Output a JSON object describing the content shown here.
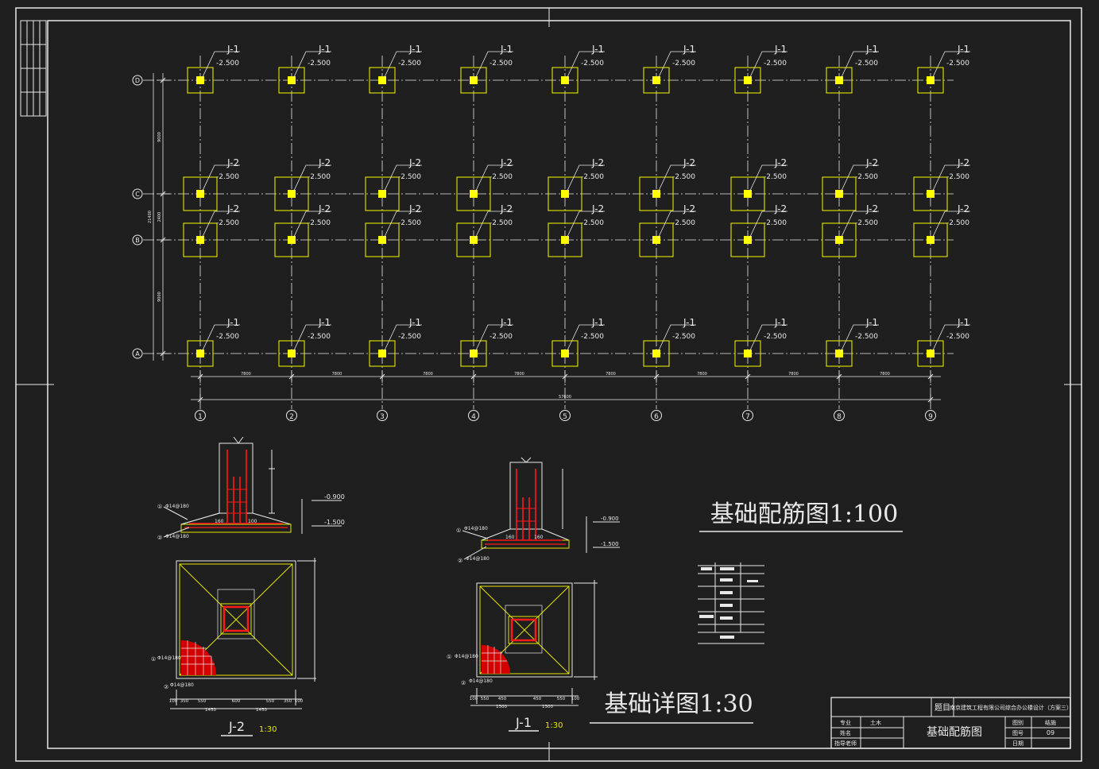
{
  "plan": {
    "col_labels": [
      "1",
      "2",
      "3",
      "4",
      "5",
      "6",
      "7",
      "8",
      "9"
    ],
    "row_labels": [
      "D",
      "C",
      "B",
      "A"
    ],
    "row_footing": [
      "J-1",
      "J-2",
      "J-2",
      "J-1"
    ],
    "footing_elev": "-2.500",
    "span_dim": "7800",
    "total_dim": "57600",
    "row_dims": [
      "9000",
      "2400",
      "9000"
    ],
    "row_total": "21400"
  },
  "titles": {
    "plan_title": "基础配筋图1:100",
    "detail_title": "基础详图1:30"
  },
  "detail_j2": {
    "label": "J-2",
    "scale": "1:30",
    "elev_top": "-0.900",
    "elev_bot": "-1.500",
    "rebar_1": "①",
    "rebar_1_spec": "Φ14@180",
    "rebar_2": "②",
    "rebar_2_spec": "Φ14@180",
    "dim_a": "160",
    "dim_b": "100",
    "plan_dims_bottom": [
      "100",
      "350",
      "550",
      "600",
      "550",
      "350",
      "100"
    ],
    "plan_half": [
      "1450",
      "1450"
    ]
  },
  "detail_j1": {
    "label": "J-1",
    "scale": "1:30",
    "elev_top": "-0.900",
    "elev_bot": "-1.500",
    "rebar_1": "①",
    "rebar_1_spec": "Φ14@180",
    "rebar_2": "②",
    "rebar_2_spec": "Φ14@180",
    "dim_a": "160",
    "dim_b": "160",
    "plan_dims_bottom": [
      "100",
      "550",
      "450",
      "450",
      "550",
      "100"
    ],
    "plan_half": [
      "1300",
      "1300"
    ]
  },
  "title_block": {
    "topic_label": "题目",
    "project": "南京建筑工程有限公司综合办公楼设计（方案三）",
    "drawing_name": "基础配筋图",
    "r1c1": "专业",
    "r1c2": "土木",
    "r2c1": "姓名",
    "r3c1": "指导老师",
    "k1": "图别",
    "v1": "结施",
    "k2": "图号",
    "v2": "09",
    "k3": "日期",
    "v3": ""
  },
  "colors": {
    "background": "#1f1f1f",
    "line": "#e8e8e8",
    "footing": "#e5e500",
    "column": "#ffff00",
    "rebar": "#ff1a1a"
  }
}
